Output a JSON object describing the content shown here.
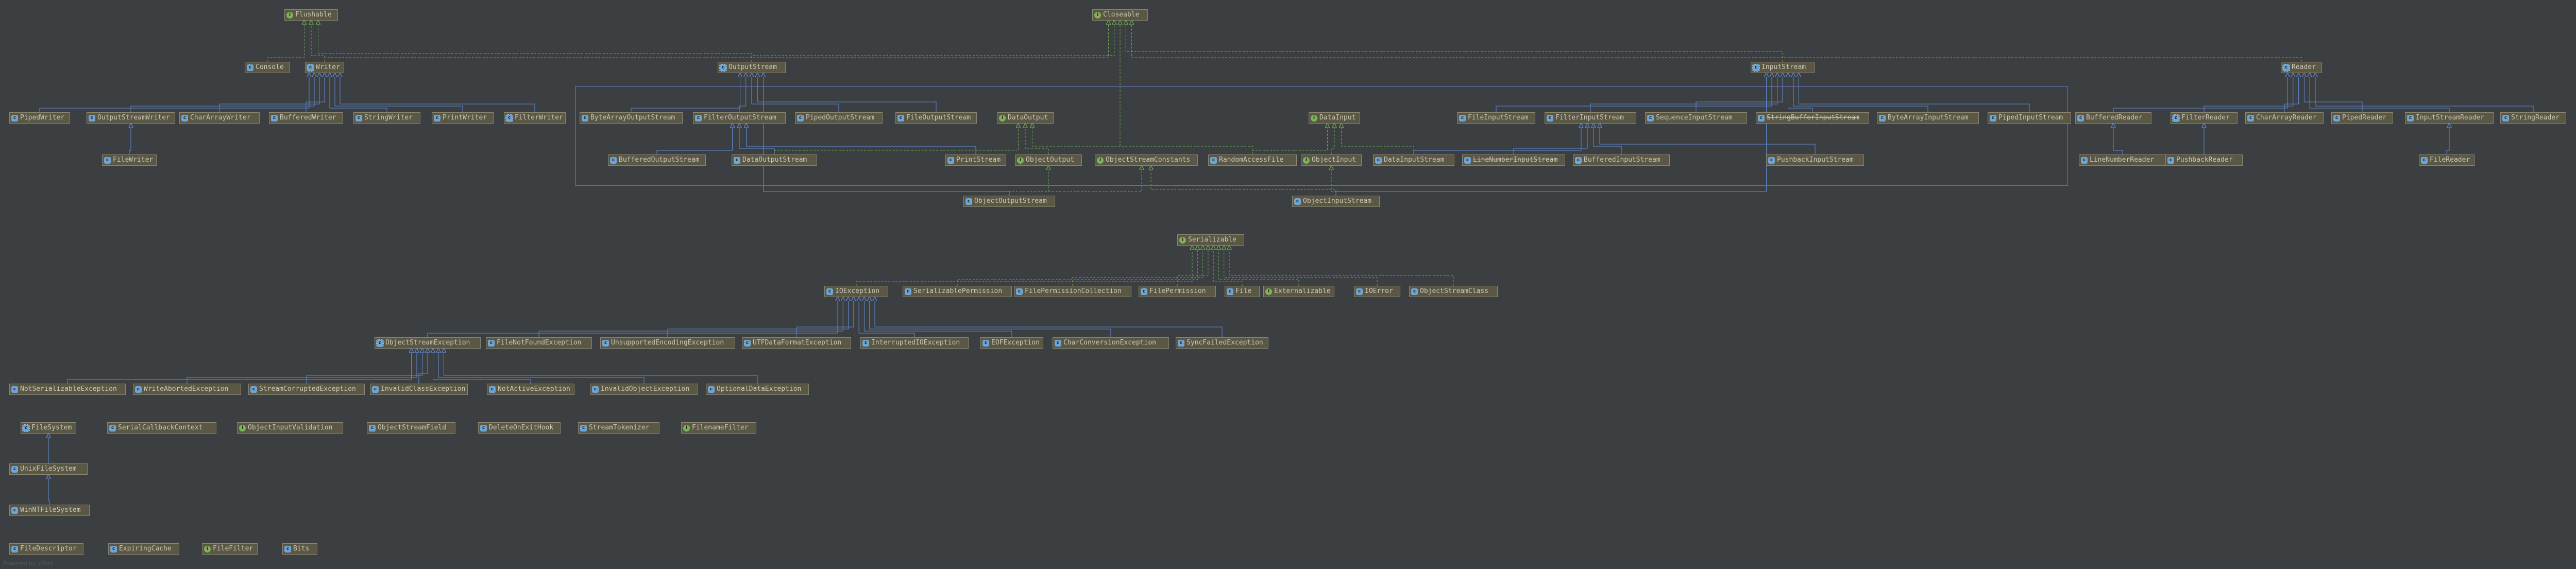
{
  "colors": {
    "background": "#3c3f41",
    "node_fill": "#5b5745",
    "node_border": "#8a8470",
    "node_text": "#c9c6b6",
    "extends_edge": "#5f8bd6",
    "implements_edge": "#6aa84f",
    "interface_icon": "#7fb35a",
    "class_icon": "#6ea5d6"
  },
  "nodes": [
    {
      "id": "Flushable",
      "label": "Flushable",
      "kind": "interface"
    },
    {
      "id": "Closeable",
      "label": "Closeable",
      "kind": "interface"
    },
    {
      "id": "Console",
      "label": "Console",
      "kind": "final"
    },
    {
      "id": "Writer",
      "label": "Writer",
      "kind": "abstract"
    },
    {
      "id": "PipedWriter",
      "label": "PipedWriter",
      "kind": "class"
    },
    {
      "id": "OutputStreamWriter",
      "label": "OutputStreamWriter",
      "kind": "class"
    },
    {
      "id": "CharArrayWriter",
      "label": "CharArrayWriter",
      "kind": "class"
    },
    {
      "id": "BufferedWriter",
      "label": "BufferedWriter",
      "kind": "class"
    },
    {
      "id": "StringWriter",
      "label": "StringWriter",
      "kind": "class"
    },
    {
      "id": "PrintWriter",
      "label": "PrintWriter",
      "kind": "class"
    },
    {
      "id": "FilterWriter",
      "label": "FilterWriter",
      "kind": "abstract"
    },
    {
      "id": "FileWriter",
      "label": "FileWriter",
      "kind": "class"
    },
    {
      "id": "OutputStream",
      "label": "OutputStream",
      "kind": "abstract"
    },
    {
      "id": "ByteArrayOutputStream",
      "label": "ByteArrayOutputStream",
      "kind": "class"
    },
    {
      "id": "FilterOutputStream",
      "label": "FilterOutputStream",
      "kind": "class"
    },
    {
      "id": "PipedOutputStream",
      "label": "PipedOutputStream",
      "kind": "class"
    },
    {
      "id": "FileOutputStream",
      "label": "FileOutputStream",
      "kind": "class"
    },
    {
      "id": "BufferedOutputStream",
      "label": "BufferedOutputStream",
      "kind": "class"
    },
    {
      "id": "DataOutputStream",
      "label": "DataOutputStream",
      "kind": "class"
    },
    {
      "id": "DataOutput",
      "label": "DataOutput",
      "kind": "interface"
    },
    {
      "id": "PrintStream",
      "label": "PrintStream",
      "kind": "class"
    },
    {
      "id": "ObjectOutput",
      "label": "ObjectOutput",
      "kind": "interface"
    },
    {
      "id": "ObjectStreamConstants",
      "label": "ObjectStreamConstants",
      "kind": "interface"
    },
    {
      "id": "ObjectOutputStream",
      "label": "ObjectOutputStream",
      "kind": "class"
    },
    {
      "id": "RandomAccessFile",
      "label": "RandomAccessFile",
      "kind": "class"
    },
    {
      "id": "DataInput",
      "label": "DataInput",
      "kind": "interface"
    },
    {
      "id": "ObjectInput",
      "label": "ObjectInput",
      "kind": "interface"
    },
    {
      "id": "DataInputStream",
      "label": "DataInputStream",
      "kind": "class"
    },
    {
      "id": "ObjectInputStream",
      "label": "ObjectInputStream",
      "kind": "class"
    },
    {
      "id": "InputStream",
      "label": "InputStream",
      "kind": "abstract"
    },
    {
      "id": "FileInputStream",
      "label": "FileInputStream",
      "kind": "class"
    },
    {
      "id": "FilterInputStream",
      "label": "FilterInputStream",
      "kind": "class"
    },
    {
      "id": "SequenceInputStream",
      "label": "SequenceInputStream",
      "kind": "class"
    },
    {
      "id": "StringBufferInputStream",
      "label": "StringBufferInputStream",
      "kind": "class",
      "deprecated": true
    },
    {
      "id": "ByteArrayInputStream",
      "label": "ByteArrayInputStream",
      "kind": "class"
    },
    {
      "id": "PipedInputStream",
      "label": "PipedInputStream",
      "kind": "class"
    },
    {
      "id": "LineNumberInputStream",
      "label": "LineNumberInputStream",
      "kind": "class",
      "deprecated": true
    },
    {
      "id": "BufferedInputStream",
      "label": "BufferedInputStream",
      "kind": "class"
    },
    {
      "id": "PushbackInputStream",
      "label": "PushbackInputStream",
      "kind": "class"
    },
    {
      "id": "Reader",
      "label": "Reader",
      "kind": "abstract"
    },
    {
      "id": "BufferedReader",
      "label": "BufferedReader",
      "kind": "class"
    },
    {
      "id": "FilterReader",
      "label": "FilterReader",
      "kind": "abstract"
    },
    {
      "id": "CharArrayReader",
      "label": "CharArrayReader",
      "kind": "class"
    },
    {
      "id": "PipedReader",
      "label": "PipedReader",
      "kind": "class"
    },
    {
      "id": "InputStreamReader",
      "label": "InputStreamReader",
      "kind": "class"
    },
    {
      "id": "StringReader",
      "label": "StringReader",
      "kind": "class"
    },
    {
      "id": "LineNumberReader",
      "label": "LineNumberReader",
      "kind": "class"
    },
    {
      "id": "PushbackReader",
      "label": "PushbackReader",
      "kind": "class"
    },
    {
      "id": "FileReader",
      "label": "FileReader",
      "kind": "class"
    },
    {
      "id": "Serializable",
      "label": "Serializable",
      "kind": "interface"
    },
    {
      "id": "IOException",
      "label": "IOException",
      "kind": "class"
    },
    {
      "id": "SerializablePermission",
      "label": "SerializablePermission",
      "kind": "final"
    },
    {
      "id": "FilePermissionCollection",
      "label": "FilePermissionCollection",
      "kind": "final"
    },
    {
      "id": "FilePermission",
      "label": "FilePermission",
      "kind": "final"
    },
    {
      "id": "File",
      "label": "File",
      "kind": "class"
    },
    {
      "id": "Externalizable",
      "label": "Externalizable",
      "kind": "interface"
    },
    {
      "id": "IOError",
      "label": "IOError",
      "kind": "class"
    },
    {
      "id": "ObjectStreamClass",
      "label": "ObjectStreamClass",
      "kind": "class"
    },
    {
      "id": "ObjectStreamException",
      "label": "ObjectStreamException",
      "kind": "abstract"
    },
    {
      "id": "FileNotFoundException",
      "label": "FileNotFoundException",
      "kind": "class"
    },
    {
      "id": "UnsupportedEncodingException",
      "label": "UnsupportedEncodingException",
      "kind": "class"
    },
    {
      "id": "UTFDataFormatException",
      "label": "UTFDataFormatException",
      "kind": "class"
    },
    {
      "id": "InterruptedIOException",
      "label": "InterruptedIOException",
      "kind": "class"
    },
    {
      "id": "EOFException",
      "label": "EOFException",
      "kind": "class"
    },
    {
      "id": "CharConversionException",
      "label": "CharConversionException",
      "kind": "class"
    },
    {
      "id": "SyncFailedException",
      "label": "SyncFailedException",
      "kind": "class"
    },
    {
      "id": "NotSerializableException",
      "label": "NotSerializableException",
      "kind": "class"
    },
    {
      "id": "WriteAbortedException",
      "label": "WriteAbortedException",
      "kind": "class"
    },
    {
      "id": "StreamCorruptedException",
      "label": "StreamCorruptedException",
      "kind": "class"
    },
    {
      "id": "InvalidClassException",
      "label": "InvalidClassException",
      "kind": "class"
    },
    {
      "id": "NotActiveException",
      "label": "NotActiveException",
      "kind": "class"
    },
    {
      "id": "InvalidObjectException",
      "label": "InvalidObjectException",
      "kind": "class"
    },
    {
      "id": "OptionalDataException",
      "label": "OptionalDataException",
      "kind": "class"
    },
    {
      "id": "FileSystem",
      "label": "FileSystem",
      "kind": "abstract"
    },
    {
      "id": "SerialCallbackContext",
      "label": "SerialCallbackContext",
      "kind": "final"
    },
    {
      "id": "ObjectInputValidation",
      "label": "ObjectInputValidation",
      "kind": "interface"
    },
    {
      "id": "ObjectStreamField",
      "label": "ObjectStreamField",
      "kind": "class"
    },
    {
      "id": "DeleteOnExitHook",
      "label": "DeleteOnExitHook",
      "kind": "class"
    },
    {
      "id": "StreamTokenizer",
      "label": "StreamTokenizer",
      "kind": "class"
    },
    {
      "id": "FilenameFilter",
      "label": "FilenameFilter",
      "kind": "interface"
    },
    {
      "id": "UnixFileSystem",
      "label": "UnixFileSystem",
      "kind": "class"
    },
    {
      "id": "WinNTFileSystem",
      "label": "WinNTFileSystem",
      "kind": "class"
    },
    {
      "id": "FileDescriptor",
      "label": "FileDescriptor",
      "kind": "final"
    },
    {
      "id": "ExpiringCache",
      "label": "ExpiringCache",
      "kind": "class"
    },
    {
      "id": "FileFilter",
      "label": "FileFilter",
      "kind": "interface"
    },
    {
      "id": "Bits",
      "label": "Bits",
      "kind": "class"
    }
  ],
  "edges": [
    {
      "from": "Console",
      "to": "Flushable",
      "type": "implements"
    },
    {
      "from": "Writer",
      "to": "Flushable",
      "type": "implements"
    },
    {
      "from": "OutputStream",
      "to": "Flushable",
      "type": "implements"
    },
    {
      "from": "Writer",
      "to": "Closeable",
      "type": "implements"
    },
    {
      "from": "OutputStream",
      "to": "Closeable",
      "type": "implements"
    },
    {
      "from": "InputStream",
      "to": "Closeable",
      "type": "implements"
    },
    {
      "from": "Reader",
      "to": "Closeable",
      "type": "implements"
    },
    {
      "from": "RandomAccessFile",
      "to": "Closeable",
      "type": "implements"
    },
    {
      "from": "PipedWriter",
      "to": "Writer",
      "type": "extends"
    },
    {
      "from": "OutputStreamWriter",
      "to": "Writer",
      "type": "extends"
    },
    {
      "from": "CharArrayWriter",
      "to": "Writer",
      "type": "extends"
    },
    {
      "from": "BufferedWriter",
      "to": "Writer",
      "type": "extends"
    },
    {
      "from": "StringWriter",
      "to": "Writer",
      "type": "extends"
    },
    {
      "from": "PrintWriter",
      "to": "Writer",
      "type": "extends"
    },
    {
      "from": "FilterWriter",
      "to": "Writer",
      "type": "extends"
    },
    {
      "from": "FileWriter",
      "to": "OutputStreamWriter",
      "type": "extends"
    },
    {
      "from": "ByteArrayOutputStream",
      "to": "OutputStream",
      "type": "extends"
    },
    {
      "from": "FilterOutputStream",
      "to": "OutputStream",
      "type": "extends"
    },
    {
      "from": "PipedOutputStream",
      "to": "OutputStream",
      "type": "extends"
    },
    {
      "from": "FileOutputStream",
      "to": "OutputStream",
      "type": "extends"
    },
    {
      "from": "ObjectOutputStream",
      "to": "OutputStream",
      "type": "extends"
    },
    {
      "from": "BufferedOutputStream",
      "to": "FilterOutputStream",
      "type": "extends"
    },
    {
      "from": "DataOutputStream",
      "to": "FilterOutputStream",
      "type": "extends"
    },
    {
      "from": "PrintStream",
      "to": "FilterOutputStream",
      "type": "extends"
    },
    {
      "from": "DataOutputStream",
      "to": "DataOutput",
      "type": "implements"
    },
    {
      "from": "ObjectOutput",
      "to": "DataOutput",
      "type": "implements"
    },
    {
      "from": "RandomAccessFile",
      "to": "DataOutput",
      "type": "implements"
    },
    {
      "from": "ObjectOutputStream",
      "to": "ObjectOutput",
      "type": "implements"
    },
    {
      "from": "ObjectOutputStream",
      "to": "ObjectStreamConstants",
      "type": "implements"
    },
    {
      "from": "ObjectInputStream",
      "to": "ObjectStreamConstants",
      "type": "implements"
    },
    {
      "from": "ObjectInput",
      "to": "DataInput",
      "type": "implements"
    },
    {
      "from": "DataInputStream",
      "to": "DataInput",
      "type": "implements"
    },
    {
      "from": "RandomAccessFile",
      "to": "DataInput",
      "type": "implements"
    },
    {
      "from": "ObjectInputStream",
      "to": "ObjectInput",
      "type": "implements"
    },
    {
      "from": "FileInputStream",
      "to": "InputStream",
      "type": "extends"
    },
    {
      "from": "FilterInputStream",
      "to": "InputStream",
      "type": "extends"
    },
    {
      "from": "SequenceInputStream",
      "to": "InputStream",
      "type": "extends"
    },
    {
      "from": "StringBufferInputStream",
      "to": "InputStream",
      "type": "extends"
    },
    {
      "from": "ByteArrayInputStream",
      "to": "InputStream",
      "type": "extends"
    },
    {
      "from": "PipedInputStream",
      "to": "InputStream",
      "type": "extends"
    },
    {
      "from": "ObjectInputStream",
      "to": "InputStream",
      "type": "extends"
    },
    {
      "from": "DataInputStream",
      "to": "FilterInputStream",
      "type": "extends"
    },
    {
      "from": "LineNumberInputStream",
      "to": "FilterInputStream",
      "type": "extends"
    },
    {
      "from": "BufferedInputStream",
      "to": "FilterInputStream",
      "type": "extends"
    },
    {
      "from": "PushbackInputStream",
      "to": "FilterInputStream",
      "type": "extends"
    },
    {
      "from": "BufferedReader",
      "to": "Reader",
      "type": "extends"
    },
    {
      "from": "FilterReader",
      "to": "Reader",
      "type": "extends"
    },
    {
      "from": "CharArrayReader",
      "to": "Reader",
      "type": "extends"
    },
    {
      "from": "PipedReader",
      "to": "Reader",
      "type": "extends"
    },
    {
      "from": "InputStreamReader",
      "to": "Reader",
      "type": "extends"
    },
    {
      "from": "StringReader",
      "to": "Reader",
      "type": "extends"
    },
    {
      "from": "LineNumberReader",
      "to": "BufferedReader",
      "type": "extends"
    },
    {
      "from": "PushbackReader",
      "to": "FilterReader",
      "type": "extends"
    },
    {
      "from": "FileReader",
      "to": "InputStreamReader",
      "type": "extends"
    },
    {
      "from": "IOException",
      "to": "Serializable",
      "type": "implements"
    },
    {
      "from": "SerializablePermission",
      "to": "Serializable",
      "type": "implements"
    },
    {
      "from": "FilePermissionCollection",
      "to": "Serializable",
      "type": "implements"
    },
    {
      "from": "FilePermission",
      "to": "Serializable",
      "type": "implements"
    },
    {
      "from": "File",
      "to": "Serializable",
      "type": "implements"
    },
    {
      "from": "Externalizable",
      "to": "Serializable",
      "type": "implements"
    },
    {
      "from": "IOError",
      "to": "Serializable",
      "type": "implements"
    },
    {
      "from": "ObjectStreamClass",
      "to": "Serializable",
      "type": "implements"
    },
    {
      "from": "ObjectStreamException",
      "to": "IOException",
      "type": "extends"
    },
    {
      "from": "FileNotFoundException",
      "to": "IOException",
      "type": "extends"
    },
    {
      "from": "UnsupportedEncodingException",
      "to": "IOException",
      "type": "extends"
    },
    {
      "from": "UTFDataFormatException",
      "to": "IOException",
      "type": "extends"
    },
    {
      "from": "InterruptedIOException",
      "to": "IOException",
      "type": "extends"
    },
    {
      "from": "EOFException",
      "to": "IOException",
      "type": "extends"
    },
    {
      "from": "CharConversionException",
      "to": "IOException",
      "type": "extends"
    },
    {
      "from": "SyncFailedException",
      "to": "IOException",
      "type": "extends"
    },
    {
      "from": "NotSerializableException",
      "to": "ObjectStreamException",
      "type": "extends"
    },
    {
      "from": "WriteAbortedException",
      "to": "ObjectStreamException",
      "type": "extends"
    },
    {
      "from": "StreamCorruptedException",
      "to": "ObjectStreamException",
      "type": "extends"
    },
    {
      "from": "InvalidClassException",
      "to": "ObjectStreamException",
      "type": "extends"
    },
    {
      "from": "NotActiveException",
      "to": "ObjectStreamException",
      "type": "extends"
    },
    {
      "from": "InvalidObjectException",
      "to": "ObjectStreamException",
      "type": "extends"
    },
    {
      "from": "OptionalDataException",
      "to": "ObjectStreamException",
      "type": "extends"
    },
    {
      "from": "UnixFileSystem",
      "to": "FileSystem",
      "type": "extends"
    },
    {
      "from": "WinNTFileSystem",
      "to": "UnixFileSystem",
      "type": "extends"
    }
  ],
  "footer": "Powered by yFiles"
}
